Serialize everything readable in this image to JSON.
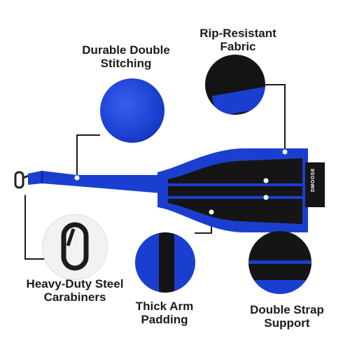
{
  "features": {
    "stitching": {
      "line1": "Durable Double",
      "line2": "Stitching"
    },
    "fabric": {
      "line1": "Rip-Resistant",
      "line2": "Fabric"
    },
    "carabiners": {
      "line1": "Heavy-Duty Steel",
      "line2": "Carabiners"
    },
    "padding": {
      "line1": "Thick Arm",
      "line2": "Padding"
    },
    "strap": {
      "line1": "Double Strap",
      "line2": "Support"
    }
  },
  "product": {
    "brand": "DMOOSE"
  },
  "colors": {
    "strap_blue": "#1a3fd0",
    "pad_black": "#151515",
    "line": "#1b1b1b"
  }
}
